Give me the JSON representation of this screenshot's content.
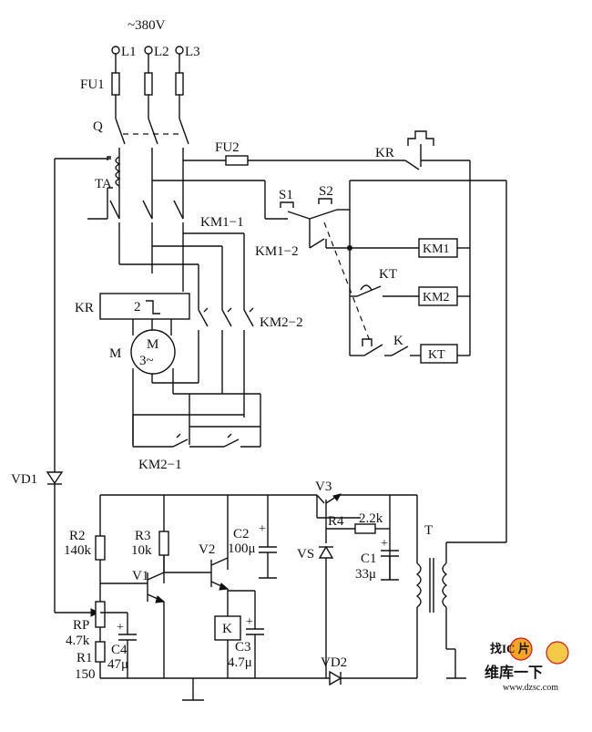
{
  "supply": "~380V",
  "labels": {
    "L1": "L1",
    "L2": "L2",
    "L3": "L3",
    "FU1": "FU1",
    "FU2": "FU2",
    "Q": "Q",
    "TA": "TA",
    "KR": "KR",
    "KR_block": "2",
    "KR_contact": "KR",
    "M": "M",
    "M_inner_top": "M",
    "M_inner_bottom": "3~",
    "KM1_1": "KM1−1",
    "KM1_2": "KM1−2",
    "KM2_1": "KM2−1",
    "KM2_2": "KM2−2",
    "S1": "S1",
    "S2": "S2",
    "KT_contact": "KT",
    "K_contact": "K",
    "KM1_coil": "KM1",
    "KM2_coil": "KM2",
    "KT_coil": "KT",
    "VD1": "VD1",
    "VD2": "VD2",
    "R2": "R2",
    "R2_val": "140k",
    "R3": "R3",
    "R3_val": "10k",
    "C2": "C2",
    "C2_val": "100μ",
    "V3": "V3",
    "R4": "R4",
    "R4_val": "2.2k",
    "VS": "VS",
    "C1": "C1",
    "C1_val": "33μ",
    "T": "T",
    "V1": "V1",
    "V2": "V2",
    "RP": "RP",
    "RP_val": "4.7k",
    "R1": "R1",
    "R1_val": "150",
    "C4": "C4",
    "C4_val": "47μ",
    "K_coil": "K",
    "C3": "C3",
    "C3_val": "4.7μ"
  },
  "watermark": {
    "top": "找IC 片",
    "cn": "维库一下",
    "url": "www.dzsc.com"
  }
}
